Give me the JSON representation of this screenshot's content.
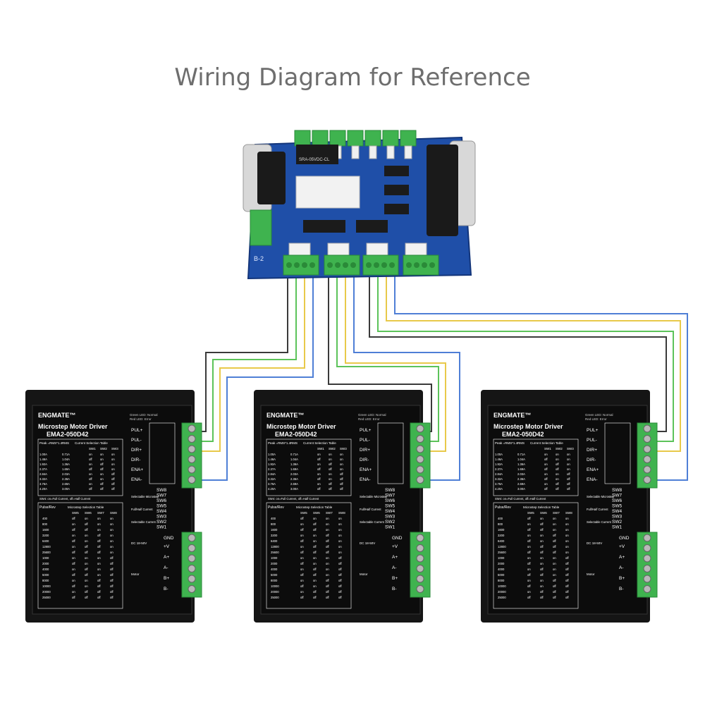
{
  "title": "Wiring Diagram for Reference",
  "colors": {
    "wire_black": "#3a3a3a",
    "wire_green": "#5cc35a",
    "wire_yellow": "#e8c94a",
    "wire_blue": "#4f7fd6",
    "board_blue": "#1f4fa8",
    "terminal_green": "#3fb34f",
    "driver_black": "#151515"
  },
  "board": {
    "relay_text_1": "SRA-05VDC-CL",
    "label_b2": "B-2"
  },
  "drivers": [
    {
      "brand": "ENGMATE™",
      "title": "Microstep Motor Driver",
      "model": "EMA2-050D42",
      "led_green": "Green LED: Normal",
      "led_red": "Red LED: Error",
      "signals": [
        "PUL+",
        "PUL-",
        "DIR+",
        "DIR-",
        "ENA+",
        "ENA-"
      ],
      "switches": [
        "SW8",
        "SW7",
        "SW6",
        "SW5",
        "SW4",
        "SW3",
        "SW2",
        "SW1"
      ],
      "switch_groups": [
        "Selectable Microstep",
        "Full/Half Current",
        "Selectable Current"
      ],
      "power": [
        "GND",
        "+V"
      ],
      "power_label": "DC 18-50V",
      "motor": [
        "A+",
        "A-",
        "B+",
        "B-"
      ],
      "motor_label": "Motor",
      "current_table_title": "Current Selection Table",
      "microstep_table_title": "Microstep Selection Table",
      "peak_label": "Peak =RMS*1.4",
      "rms_label": "RMS",
      "pulse_label": "Pulse/Rev",
      "sw4_note": "SW4: on=Full Current, off=Half Current",
      "current_cols": [
        "SW1",
        "SW2",
        "SW3"
      ],
      "current_rows": [
        [
          "1.00A",
          "0.71A",
          "on",
          "on",
          "on"
        ],
        [
          "1.46A",
          "1.04A",
          "off",
          "on",
          "on"
        ],
        [
          "1.92A",
          "1.36A",
          "on",
          "off",
          "on"
        ],
        [
          "2.37A",
          "1.69A",
          "off",
          "off",
          "on"
        ],
        [
          "2.84A",
          "2.03A",
          "on",
          "on",
          "off"
        ],
        [
          "3.32A",
          "2.36A",
          "off",
          "on",
          "off"
        ],
        [
          "3.76A",
          "2.69A",
          "on",
          "off",
          "off"
        ],
        [
          "4.20A",
          "3.00A",
          "off",
          "off",
          "off"
        ]
      ],
      "micro_cols": [
        "SW5",
        "SW6",
        "SW7",
        "SW8"
      ],
      "micro_rows": [
        [
          "400",
          "off",
          "on",
          "on",
          "on"
        ],
        [
          "800",
          "on",
          "off",
          "on",
          "on"
        ],
        [
          "1600",
          "off",
          "off",
          "on",
          "on"
        ],
        [
          "3200",
          "on",
          "on",
          "off",
          "on"
        ],
        [
          "6400",
          "off",
          "on",
          "off",
          "on"
        ],
        [
          "12800",
          "on",
          "off",
          "off",
          "on"
        ],
        [
          "25600",
          "off",
          "off",
          "off",
          "on"
        ],
        [
          "1000",
          "on",
          "on",
          "on",
          "off"
        ],
        [
          "2000",
          "off",
          "on",
          "on",
          "off"
        ],
        [
          "4000",
          "on",
          "off",
          "on",
          "off"
        ],
        [
          "5000",
          "off",
          "off",
          "on",
          "off"
        ],
        [
          "8000",
          "on",
          "on",
          "off",
          "off"
        ],
        [
          "10000",
          "off",
          "on",
          "off",
          "off"
        ],
        [
          "20000",
          "on",
          "off",
          "off",
          "off"
        ],
        [
          "25000",
          "off",
          "off",
          "off",
          "off"
        ]
      ]
    }
  ]
}
